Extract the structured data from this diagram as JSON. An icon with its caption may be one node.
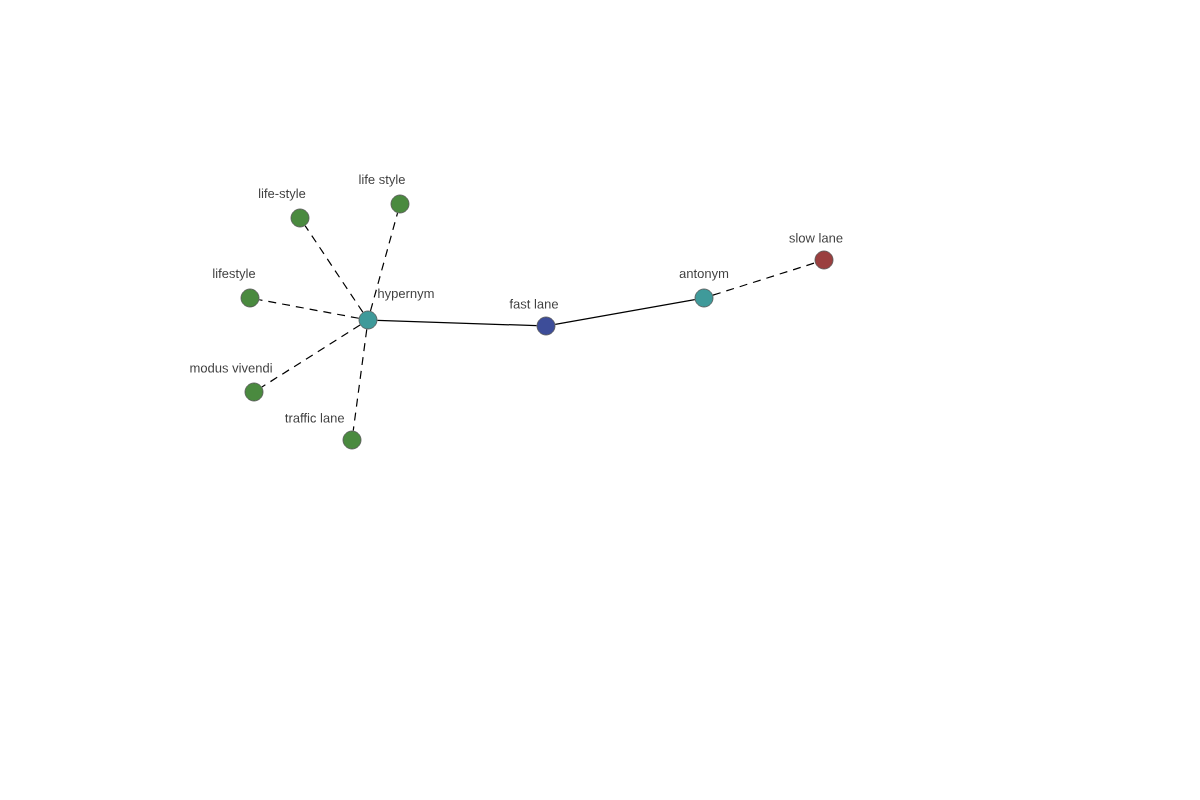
{
  "diagram": {
    "nodes": [
      {
        "text": [
          "hypernym"
        ]
      },
      {
        "text": [
          "fast lane"
        ]
      },
      {
        "text": [
          "antonym"
        ]
      },
      {
        "text": [
          "slow lane"
        ]
      },
      {
        "text": [
          "life-style"
        ]
      },
      {
        "text": [
          "life style"
        ]
      },
      {
        "text": [
          "lifestyle"
        ]
      },
      {
        "text": [
          "modus vivendi"
        ]
      },
      {
        "text": [
          "traffic lane"
        ]
      }
    ],
    "edges": [
      {
        "from": 0,
        "to": 1,
        "arrow": "none"
      },
      {
        "from": 1,
        "to": 2,
        "arrow": "none"
      },
      {
        "from": 2,
        "to": 3,
        "arrow": "none",
        "style": "dashed"
      },
      {
        "from": 0,
        "to": 4,
        "arrow": "none",
        "style": "dashed"
      },
      {
        "from": 0,
        "to": 5,
        "arrow": "none",
        "style": "dashed"
      },
      {
        "from": 0,
        "to": 6,
        "arrow": "none",
        "style": "dashed"
      },
      {
        "from": 0,
        "to": 7,
        "arrow": "none",
        "style": "dashed"
      },
      {
        "from": 0,
        "to": 8,
        "arrow": "none",
        "style": "dashed"
      }
    ]
  }
}
